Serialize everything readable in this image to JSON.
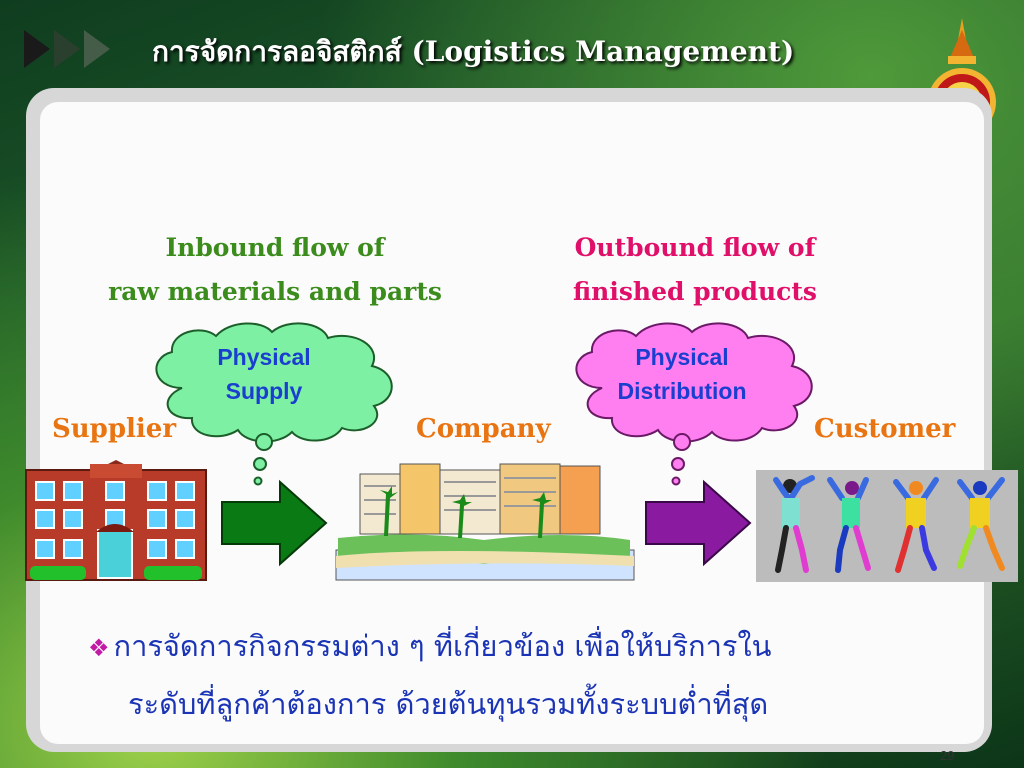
{
  "slide": {
    "title": "การจัดการลอจิสติกส์ (Logistics Management)",
    "page_number": "29"
  },
  "flows": {
    "inbound_line1": "Inbound flow of",
    "inbound_line2": "raw materials and parts",
    "outbound_line1": "Outbound flow of",
    "outbound_line2": "finished products"
  },
  "clouds": {
    "supply_line1": "Physical",
    "supply_line2": "Supply",
    "distribution_line1": "Physical",
    "distribution_line2": "Distribution"
  },
  "entities": {
    "supplier": "Supplier",
    "company": "Company",
    "customer": "Customer"
  },
  "bullet": {
    "line1": "การจัดการกิจกรรมต่าง ๆ ที่เกี่ยวข้อง เพื่อให้บริการใน",
    "line2": "ระดับที่ลูกค้าต้องการ ด้วยต้นทุนรวมทั้งระบบต่ำที่สุด",
    "icon": "diamond-bullet-icon"
  },
  "colors": {
    "inbound": "#3b8c1c",
    "outbound": "#e0106a",
    "entity_label": "#e87412",
    "cloud_text": "#1a3fd0",
    "supply_cloud": "#7df0a4",
    "distribution_cloud": "#ff7ff0",
    "green_arrow": "#0a7a14",
    "purple_arrow": "#8a1aa0"
  }
}
